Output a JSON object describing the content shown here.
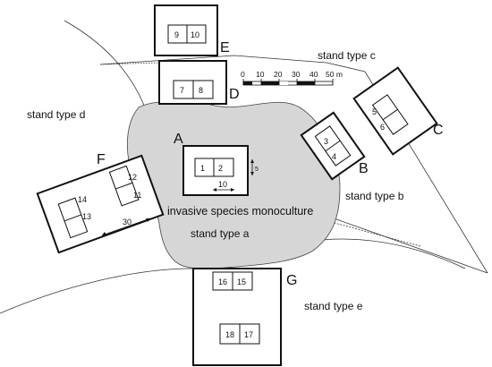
{
  "stand_types": {
    "a": "stand type a",
    "b": "stand type b",
    "c": "stand type c",
    "d": "stand type d",
    "e": "stand type e"
  },
  "central_label": "invasive species monoculture",
  "sites": {
    "A": "A",
    "B": "B",
    "C": "C",
    "D": "D",
    "E": "E",
    "F": "F",
    "G": "G"
  },
  "plots": {
    "p1": "1",
    "p2": "2",
    "p3": "3",
    "p4": "4",
    "p5": "5",
    "p6": "6",
    "p7": "7",
    "p8": "8",
    "p9": "9",
    "p10": "10",
    "p11": "11",
    "p12": "12",
    "p13": "13",
    "p14": "14",
    "p15": "15",
    "p16": "16",
    "p17": "17",
    "p18": "18"
  },
  "scale_bar": {
    "ticks": [
      "0",
      "10",
      "20",
      "30",
      "40",
      "50 m"
    ]
  },
  "dimensions": {
    "plot_width": "10",
    "plot_height": "5",
    "transect_length": "30"
  },
  "colors": {
    "monoculture_fill": "#d6d6d6",
    "line": "#111111"
  }
}
